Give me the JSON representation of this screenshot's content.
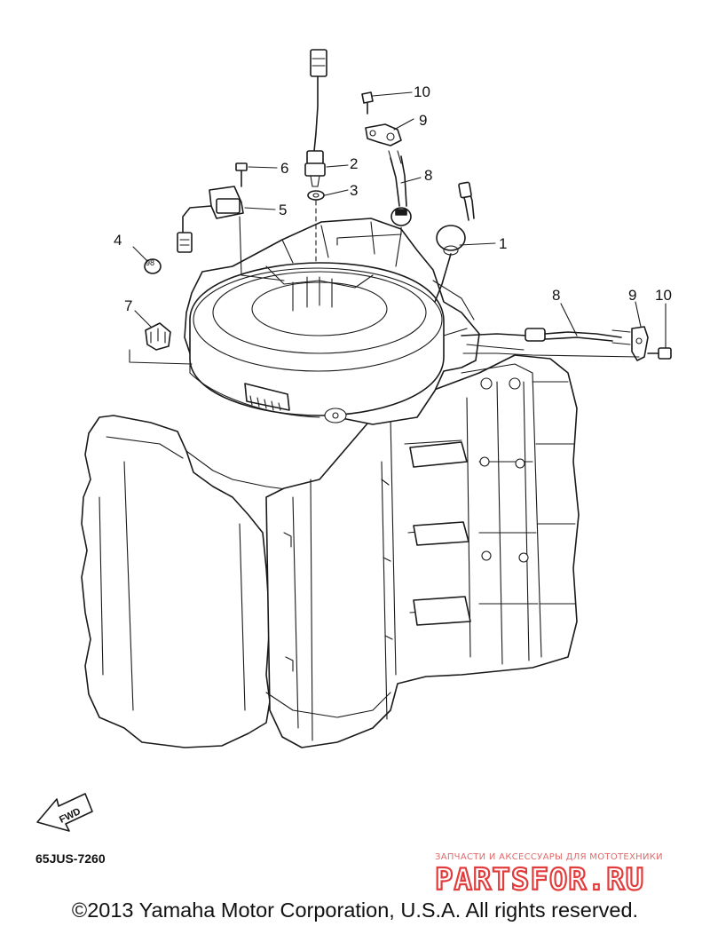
{
  "diagram": {
    "callouts": [
      "1",
      "2",
      "3",
      "4",
      "5",
      "6",
      "7",
      "8",
      "9",
      "10",
      "8",
      "9",
      "10"
    ],
    "part_mark": "98",
    "fwd_label": "FWD",
    "drawing_code": "65JUS-7260"
  },
  "watermark": {
    "tagline": "ЗАПЧАСТИ И АКСЕССУАРЫ ДЛЯ МОТОТЕХНИКИ",
    "logo": "PARTSFOR.RU"
  },
  "footer": {
    "copyright": "©2013 Yamaha Motor Corporation, U.S.A. All rights reserved."
  }
}
